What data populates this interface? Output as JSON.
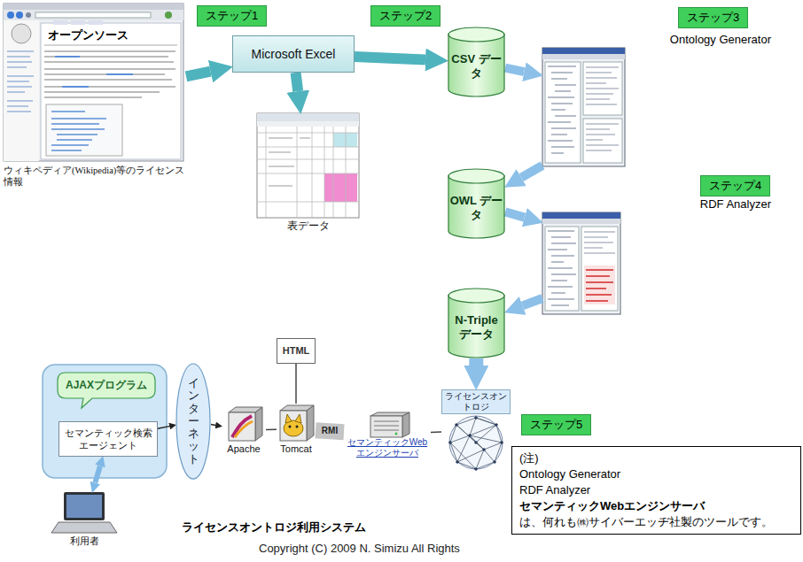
{
  "diagram": {
    "nodes": [
      {
        "text": [
          "ウィキペディア(Wikipedia)等のライセンス情報"
        ]
      },
      {
        "text": [
          "ステップ1"
        ]
      },
      {
        "text": [
          "Microsoft Excel"
        ]
      },
      {
        "text": [
          "ステップ2"
        ]
      },
      {
        "text": [
          "表データ"
        ]
      },
      {
        "text": [
          "CSV データ"
        ]
      },
      {
        "text": [
          "ステップ3"
        ]
      },
      {
        "text": [
          "Ontology Generator"
        ]
      },
      {
        "text": [
          "OWL データ"
        ]
      },
      {
        "text": [
          "ステップ4"
        ]
      },
      {
        "text": [
          "RDF Analyzer"
        ]
      },
      {
        "text": [
          "N-Triple データ"
        ]
      },
      {
        "text": [
          "ライセンスオントロジ"
        ]
      },
      {
        "text": [
          "ステップ5"
        ]
      },
      {
        "text": [
          "AJAXプログラム"
        ]
      },
      {
        "text": [
          "セマンティック検索エージェント"
        ]
      },
      {
        "text": [
          "利用者"
        ]
      },
      {
        "text": [
          "インターネット"
        ]
      },
      {
        "text": [
          "Apache"
        ]
      },
      {
        "text": [
          "Tomcat"
        ]
      },
      {
        "text": [
          "HTML"
        ]
      },
      {
        "text": [
          "セマンティックWebエンジンサーバ"
        ]
      },
      {
        "text": [
          "(注)",
          "Ontology Generator",
          "RDF Analyzer",
          "セマンティックWebエンジンサーバ",
          "は、何れも㈱サイバーエッヂ社製のツールです。"
        ]
      }
    ],
    "edges": [
      {
        "from": 0,
        "to": 2,
        "arrow": "to"
      },
      {
        "from": 2,
        "to": 4,
        "arrow": "to"
      },
      {
        "from": 2,
        "to": 5,
        "arrow": "to"
      },
      {
        "from": 5,
        "to": 7,
        "arrow": "to"
      },
      {
        "from": 7,
        "to": 8,
        "arrow": "to"
      },
      {
        "from": 8,
        "to": 10,
        "arrow": "to"
      },
      {
        "from": 10,
        "to": 11,
        "arrow": "to"
      },
      {
        "from": 11,
        "to": 12,
        "arrow": "to"
      },
      {
        "from": 15,
        "to": 17,
        "arrow": "to"
      },
      {
        "from": 17,
        "to": 18,
        "arrow": "to"
      },
      {
        "from": 18,
        "to": 19,
        "arrow": "none"
      },
      {
        "from": 19,
        "to": 20,
        "arrow": "none"
      },
      {
        "from": 19,
        "to": 21,
        "label": "RMI",
        "arrow": "none"
      },
      {
        "from": 21,
        "to": 12,
        "arrow": "none"
      },
      {
        "from": 15,
        "to": 16,
        "arrow": "both"
      }
    ],
    "labels": [
      "オープンソース",
      "ライセンスオントロジ利用システム",
      "Copyright (C) 2009 N. Simizu All Rights"
    ]
  }
}
